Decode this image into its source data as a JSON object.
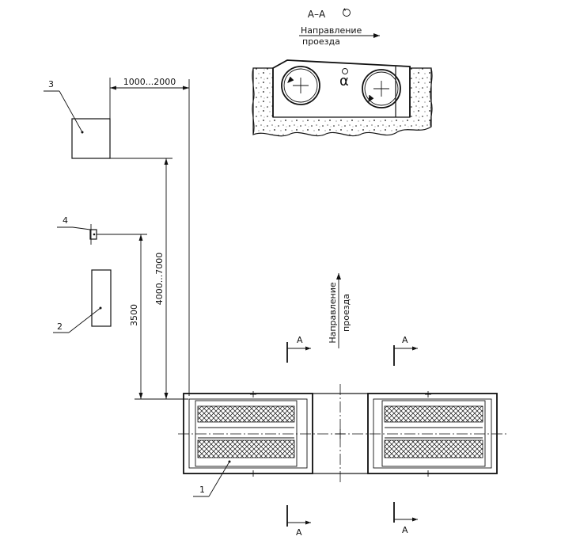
{
  "section_view": {
    "title": "А–А",
    "rotation_symbol": "rotate-icon",
    "direction_line1": "Направление",
    "direction_line2": "проезда",
    "angle_label": "α"
  },
  "plan_view": {
    "direction_line1": "Направление",
    "direction_line2": "проезда"
  },
  "dimensions": {
    "horizontal": "1000...2000",
    "vertical_long": "4000...7000",
    "vertical_short": "3500"
  },
  "callouts": {
    "item1": "1",
    "item2": "2",
    "item3": "3",
    "item4": "4"
  },
  "section_marks": {
    "top_left": "А",
    "top_right": "А",
    "bottom_left": "А",
    "bottom_right": "А"
  }
}
